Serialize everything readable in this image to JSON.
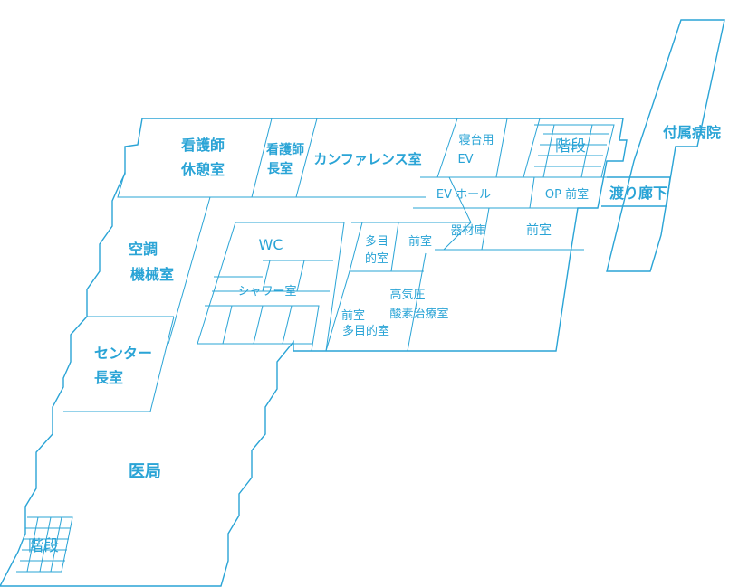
{
  "rooms": {
    "nurse_rest": [
      "看護師",
      "休憩室"
    ],
    "nurse_chief": [
      "看護師",
      "長室"
    ],
    "conference": "カンファレンス室",
    "sleeper_ev": [
      "寝台用",
      "EV"
    ],
    "stairs_top": "階段",
    "affiliated_hospital": "付属病院",
    "corridor": "渡り廊下",
    "op_anteroom": "OP 前室",
    "ev_hall": "EV ホール",
    "hvac": [
      "空調",
      "機械室"
    ],
    "wc": "WC",
    "shower": "シャワー室",
    "multi_a": [
      "多目",
      "的室"
    ],
    "anteroom_1": "前室",
    "equipment": "器材庫",
    "anteroom_2": "前室",
    "anteroom_multi": [
      "前室",
      "多目的室"
    ],
    "hyperbaric": [
      "高気圧",
      "酸素治療室"
    ],
    "center_chief": [
      "センター",
      "長室"
    ],
    "medical_office": "医局",
    "stairs_bottom": "階段"
  },
  "colors": {
    "line": "#2aa4d6",
    "background": "#ffffff"
  }
}
